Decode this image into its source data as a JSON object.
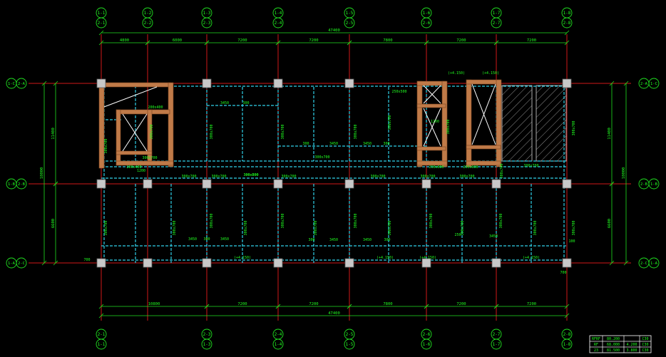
{
  "colors": {
    "background": "#000000",
    "grid": "#d01818",
    "dim": "#20e020",
    "column": "#c8c8c8",
    "beam_dash": "#30d0e8",
    "core_wall": "#c07a48",
    "bubble": "#20e020",
    "label": "#20ff20",
    "hatch": "#909090"
  },
  "grid_top": [
    {
      "top": "1-1",
      "bot": "2-1"
    },
    {
      "top": "1-2",
      "bot": "2-2"
    },
    {
      "top": "1-3",
      "bot": "2-3"
    },
    {
      "top": "1-4",
      "bot": "2-4"
    },
    {
      "top": "1-5",
      "bot": "2-5"
    },
    {
      "top": "1-6",
      "bot": "2-6"
    },
    {
      "top": "1-7",
      "bot": "2-7"
    },
    {
      "top": "1-8",
      "bot": "2-8"
    }
  ],
  "grid_bottom": [
    {
      "top": "2-1",
      "bot": "1-1"
    },
    {
      "top": "2-3",
      "bot": "1-3"
    },
    {
      "top": "2-4",
      "bot": "1-4"
    },
    {
      "top": "2-5",
      "bot": "1-5"
    },
    {
      "top": "2-6",
      "bot": "1-6"
    },
    {
      "top": "2-7",
      "bot": "1-7"
    },
    {
      "top": "2-8",
      "bot": "1-8"
    }
  ],
  "grid_rows": [
    {
      "left": "1-C",
      "right": "2-A"
    },
    {
      "left": "1-B",
      "right": "2-B"
    },
    {
      "left": "1-A",
      "right": "2-C"
    }
  ],
  "dims_top": {
    "total": "47400",
    "spans": [
      "4800",
      "6000",
      "7200",
      "7200",
      "7800",
      "7200",
      "7200"
    ]
  },
  "dims_bottom": {
    "total": "47400",
    "spans": [
      "10800",
      "7200",
      "7200",
      "7800",
      "7200",
      "7200"
    ]
  },
  "dims_left": {
    "total": "18000",
    "upper": "11400",
    "lower": "6600"
  },
  "dims_right": {
    "total": "18000",
    "upper": "11400",
    "lower": "6600"
  },
  "beam_labels": [
    "300x600",
    "300x700",
    "300x700",
    "300x700",
    "300x700",
    "300x700",
    "300x700",
    "300x700",
    "300x700",
    "300x700",
    "300x700",
    "250x500",
    "3450",
    "3450",
    "3450",
    "3450",
    "3450",
    "3450",
    "3450",
    "3450",
    "200x400",
    "200x400",
    "250x600",
    "250x600",
    "1200",
    "1200",
    "(+4.150)",
    "(+4.150)",
    "(+4.150)",
    "(+4.150)",
    "(+4.150)",
    "(+4.150)",
    "300",
    "300",
    "300",
    "300",
    "300",
    "300",
    "250",
    "100",
    "700",
    "700"
  ],
  "table": {
    "header": [
      "RFRF",
      "80.200",
      "",
      "C30"
    ],
    "rows": [
      [
        "RF",
        "68.000",
        "4.200",
        "C30"
      ],
      [
        "23",
        "81.500",
        "3.800",
        "C30"
      ]
    ]
  }
}
